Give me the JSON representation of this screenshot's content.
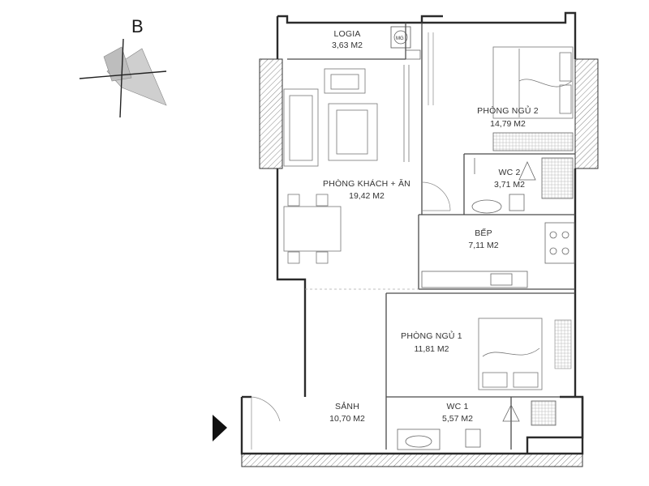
{
  "compass": {
    "letter": "B"
  },
  "rooms": {
    "logia": {
      "name": "LOGIA",
      "area": "3,63 M2"
    },
    "bedroom2": {
      "name": "PHÒNG NGỦ 2",
      "area": "14,79 M2"
    },
    "wc2": {
      "name": "WC 2",
      "area": "3,71 M2"
    },
    "living": {
      "name": "PHÒNG KHÁCH + ĂN",
      "area": "19,42 M2"
    },
    "kitchen": {
      "name": "BẾP",
      "area": "7,11 M2"
    },
    "bedroom1": {
      "name": "PHÒNG NGỦ 1",
      "area": "11,81 M2"
    },
    "hall": {
      "name": "SẢNH",
      "area": "10,70 M2"
    },
    "wc1": {
      "name": "WC 1",
      "area": "5,57 M2"
    }
  },
  "washer_label": "MG",
  "colors": {
    "wall": "#2b2b2b",
    "hatch": "#555555",
    "line": "#4a4a4a",
    "furniture": "#777777",
    "entrance": "#111111"
  }
}
